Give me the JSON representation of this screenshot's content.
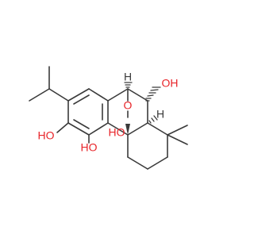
{
  "molecule": {
    "atom_labels": {
      "bridge_oxygen": "O",
      "hydroxyl_upper_right": "OH",
      "hydroxyl_left": "HO",
      "hydroxyl_bottom_left": "HO",
      "hydroxyl_center": "HO",
      "stereo_hydrogen_top": "H",
      "stereo_hydrogen_right": "H"
    },
    "colors": {
      "bond": "#3a3a3a",
      "oxygen": "#e8252a",
      "hydrogen": "#3a3a3a",
      "background": "#ffffff"
    }
  }
}
